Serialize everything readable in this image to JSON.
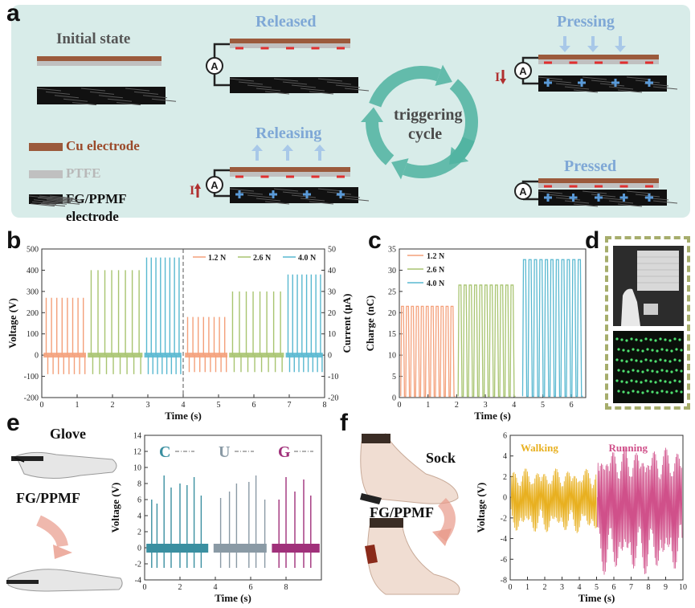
{
  "panel_labels": {
    "a": "a",
    "b": "b",
    "c": "c",
    "d": "d",
    "e": "e",
    "f": "f"
  },
  "panel_a": {
    "initial_state": "Initial state",
    "released": "Released",
    "pressing": "Pressing",
    "releasing": "Releasing",
    "pressed": "Pressed",
    "cycle_line1": "triggering",
    "cycle_line2": "cycle",
    "legend_cu": "Cu electrode",
    "legend_ptfe": "PTFE",
    "legend_fg_line1": "FG/PPMF",
    "legend_fg_line2": "electrode",
    "ammeter_symbol": "A",
    "current_label": "I",
    "colors": {
      "cu": "#9b5a3c",
      "ptfe": "#c0c0c0",
      "minus": "#e03030",
      "plus": "#5a9ad8",
      "arrow": "#a8c8e8",
      "cycle": "#4fb3a0",
      "text_light": "#7fa8d6",
      "cu_text": "#9b4a2a"
    }
  },
  "chart_data": [
    {
      "panel": "b",
      "type": "line",
      "xlabel": "Time (s)",
      "ylabel": "Voltage (V)",
      "y2label": "Current (μA)",
      "xlim": [
        0,
        8
      ],
      "ylim": [
        -200,
        500
      ],
      "y2lim": [
        -20,
        50
      ],
      "xticks": [
        "0",
        "1",
        "2",
        "3",
        "4",
        "5",
        "6",
        "7",
        "8"
      ],
      "yticks": [
        "-200",
        "-100",
        "0",
        "100",
        "200",
        "300",
        "400",
        "500"
      ],
      "y2ticks": [
        "-20",
        "-10",
        "0",
        "10",
        "20",
        "30",
        "40",
        "50"
      ],
      "series": [
        {
          "name": "1.2 N",
          "color": "#f4a07a",
          "voltage_peak": 270,
          "current_peak": 18
        },
        {
          "name": "2.6 N",
          "color": "#a8c470",
          "voltage_peak": 400,
          "current_peak": 30
        },
        {
          "name": "4.0 N",
          "color": "#58b8d0",
          "voltage_peak": 460,
          "current_peak": 38
        }
      ],
      "divider_x": 4
    },
    {
      "panel": "c",
      "type": "line",
      "xlabel": "Time (s)",
      "ylabel": "Charge (nC)",
      "xlim": [
        0,
        6.5
      ],
      "ylim": [
        0,
        35
      ],
      "xticks": [
        "0",
        "1",
        "2",
        "3",
        "4",
        "5",
        "6"
      ],
      "yticks": [
        "0",
        "5",
        "10",
        "15",
        "20",
        "25",
        "30",
        "35"
      ],
      "series": [
        {
          "name": "1.2 N",
          "color": "#f4a07a",
          "peak": 21.5
        },
        {
          "name": "2.6 N",
          "color": "#a8c470",
          "peak": 26.5
        },
        {
          "name": "4.0 N",
          "color": "#58b8d0",
          "peak": 32.5
        }
      ]
    },
    {
      "panel": "e",
      "type": "line",
      "xlabel": "Time (s)",
      "ylabel": "Voltage (V)",
      "xlim": [
        0,
        10
      ],
      "ylim": [
        -4,
        14
      ],
      "xticks": [
        "0",
        "2",
        "4",
        "6",
        "8"
      ],
      "yticks": [
        "-4",
        "-2",
        "0",
        "2",
        "4",
        "6",
        "8",
        "10",
        "12",
        "14"
      ],
      "series": [
        {
          "name": "C",
          "color": "#3a8fa0"
        },
        {
          "name": "U",
          "color": "#8a9aa5"
        },
        {
          "name": "G",
          "color": "#a0307a"
        }
      ],
      "letter_labels": [
        "C",
        "U",
        "G"
      ]
    },
    {
      "panel": "f",
      "type": "line",
      "xlabel": "Time (s)",
      "ylabel": "Voltage (V)",
      "xlim": [
        0,
        10
      ],
      "ylim": [
        -8,
        6
      ],
      "xticks": [
        "0",
        "1",
        "2",
        "3",
        "4",
        "5",
        "6",
        "7",
        "8",
        "9",
        "10"
      ],
      "yticks": [
        "-8",
        "-6",
        "-4",
        "-2",
        "0",
        "2",
        "4",
        "6"
      ],
      "series": [
        {
          "name": "Walking",
          "color": "#e8b020"
        },
        {
          "name": "Running",
          "color": "#d0508a"
        }
      ]
    }
  ],
  "panel_e": {
    "glove": "Glove",
    "material": "FG/PPMF"
  },
  "panel_f": {
    "sock": "Sock",
    "material": "FG/PPMF"
  }
}
